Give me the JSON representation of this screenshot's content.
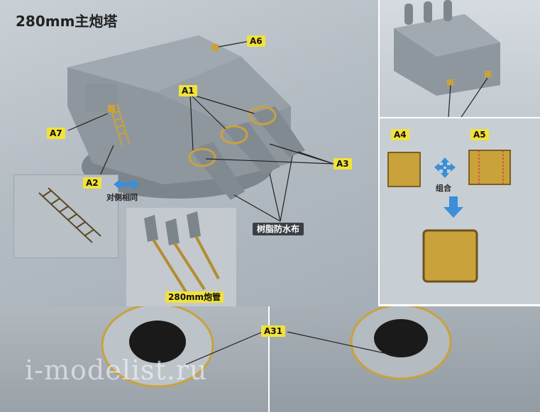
{
  "title": "280mm主炮塔",
  "labels": {
    "a1": "A1",
    "a2": "A2",
    "a3": "A3",
    "a4": "A4",
    "a5": "A5",
    "a6": "A6",
    "a7": "A7",
    "a31": "A31"
  },
  "notes": {
    "opposite_side_same": "对侧相同",
    "resin_waterproof_cloth": "树脂防水布",
    "barrel_280mm": "280mm炮管",
    "combine": "组合"
  },
  "watermark": "i-modelist.ru",
  "colors": {
    "label_bg": "#f2e23a",
    "dark_label_bg": "#3b3f45",
    "arrow_blue": "#3a8fd8",
    "model_grey": "#8e969d",
    "brass": "#c9a23c"
  }
}
